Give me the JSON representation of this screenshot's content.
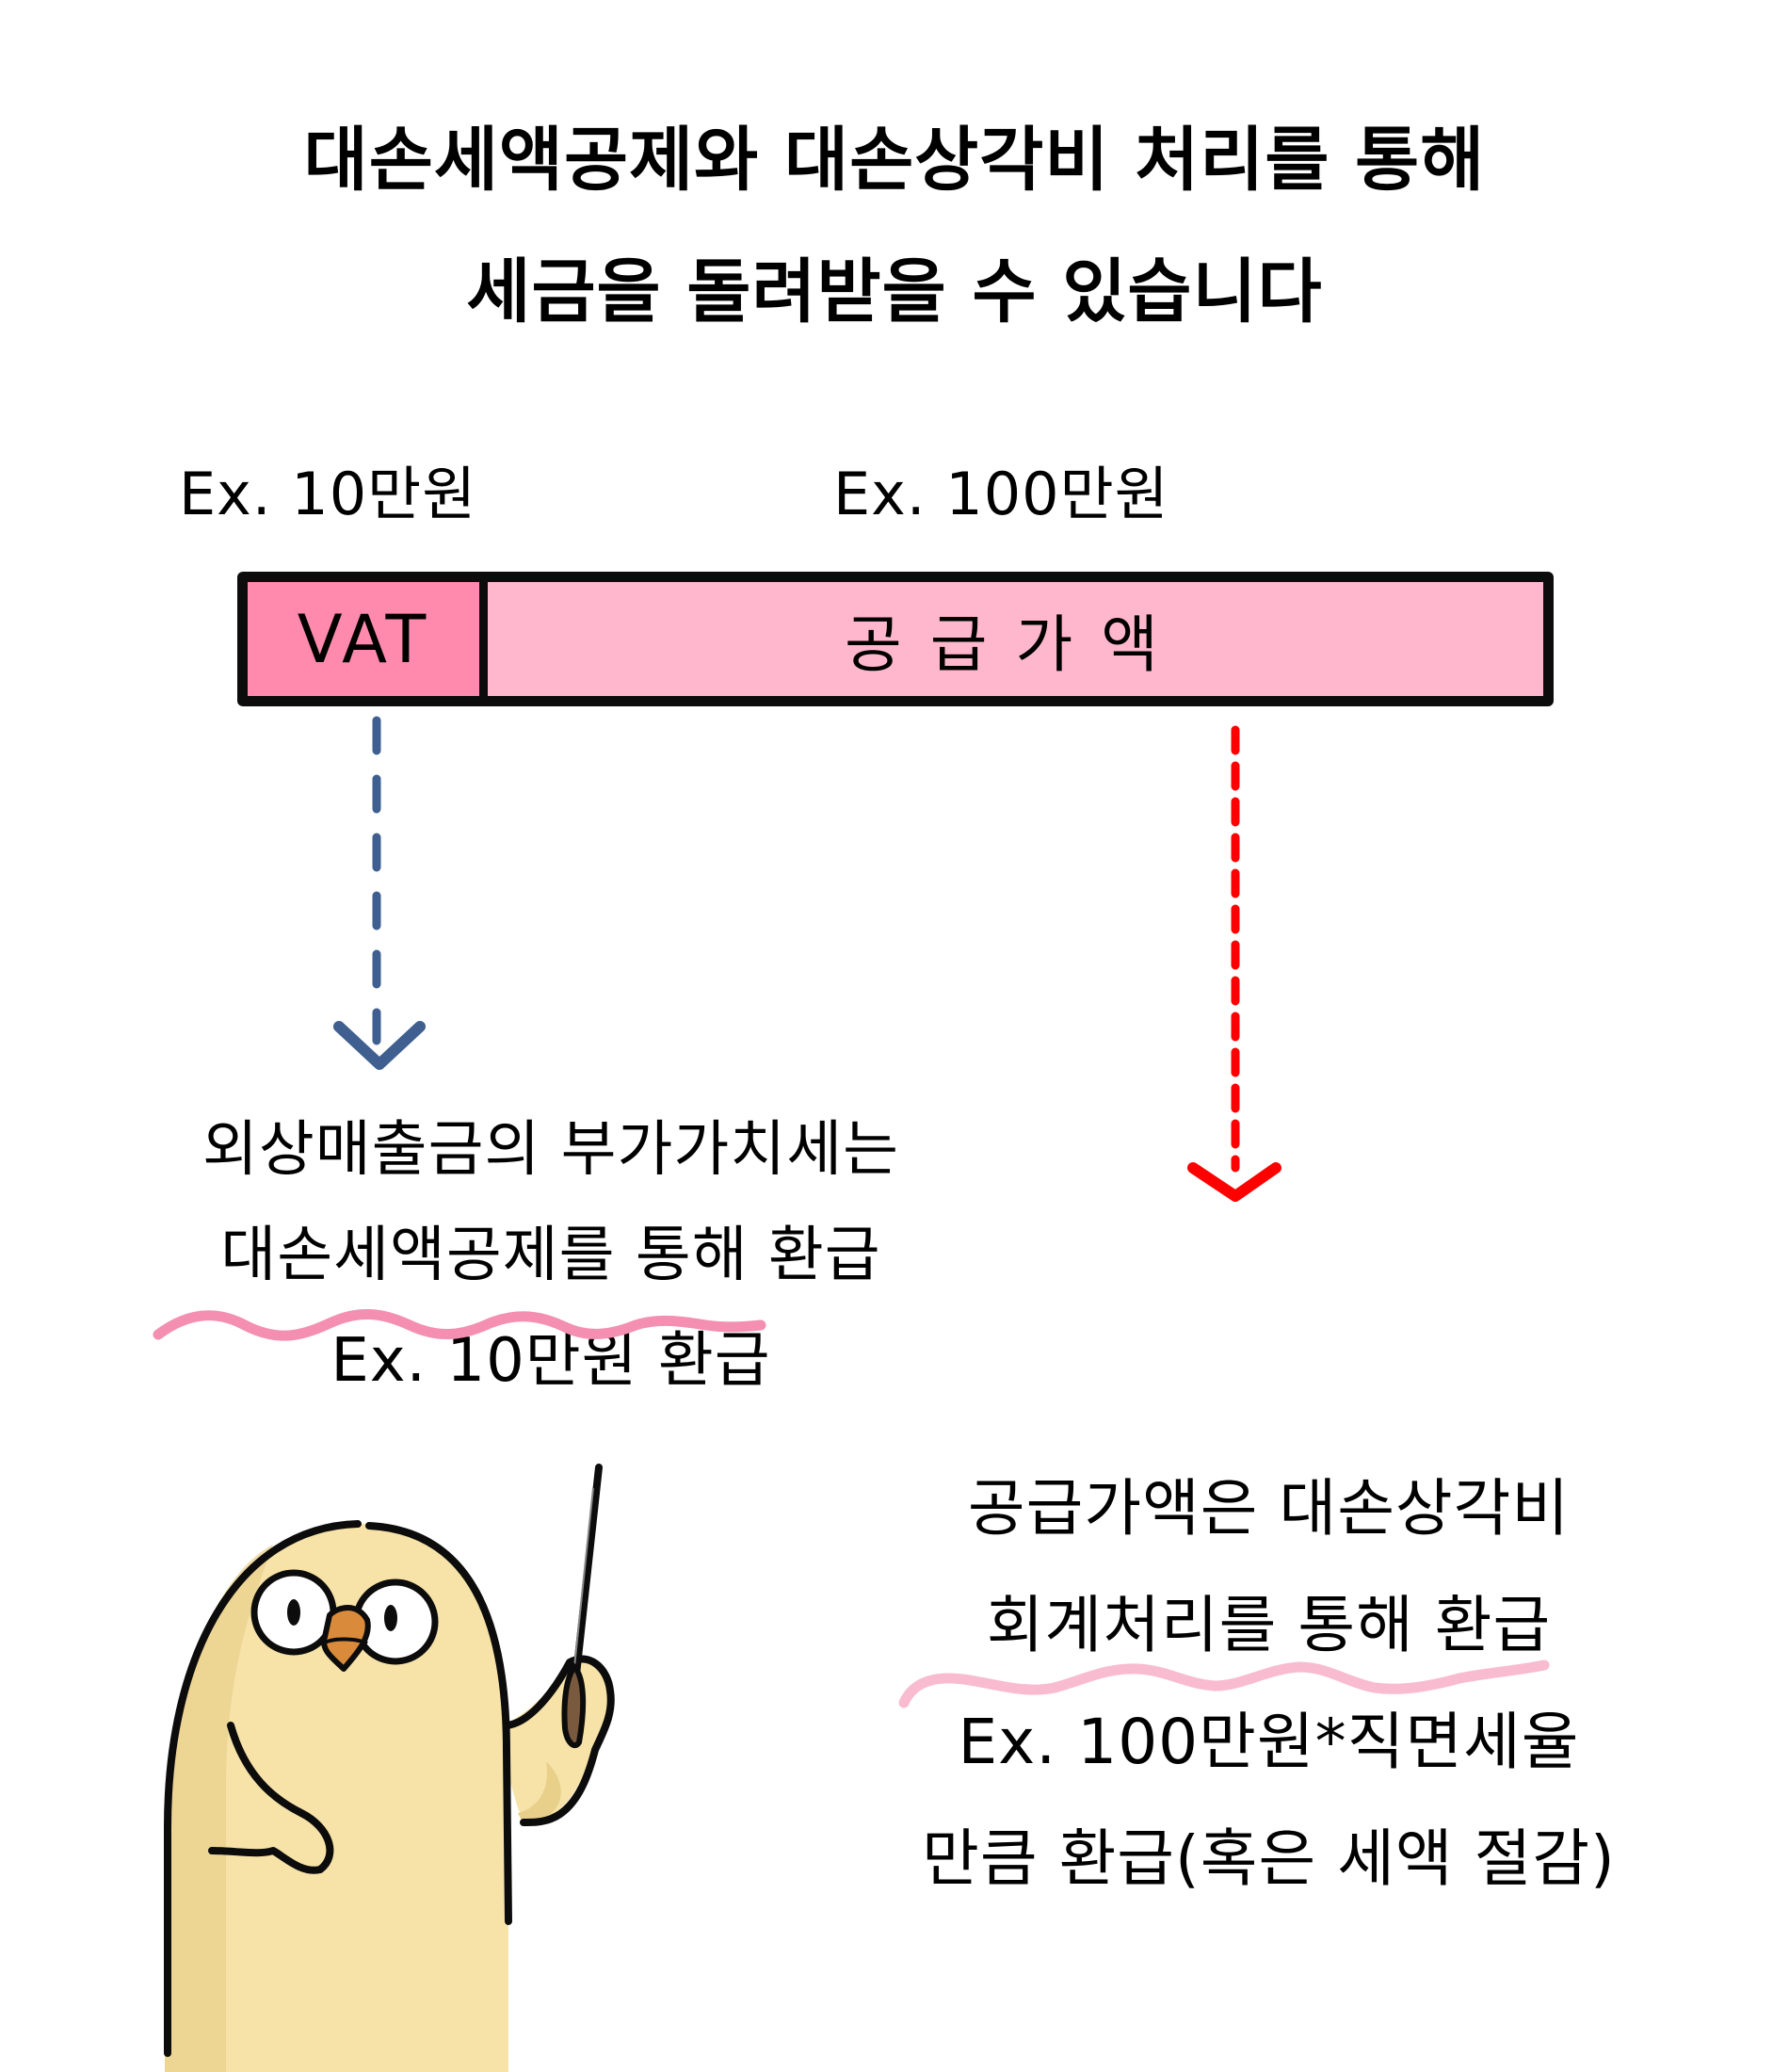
{
  "title": {
    "line1": "대손세액공제와 대손상각비 처리를 통해",
    "line2": "세금을 돌려받을 수 있습니다"
  },
  "bar": {
    "vat_example": "Ex. 10만원",
    "supply_example": "Ex. 100만원",
    "vat_label": "VAT",
    "supply_label": "공급가액",
    "colors": {
      "vat": "#FF8AAE",
      "supply": "#FFB7CE",
      "border": "#0C0C0C"
    }
  },
  "arrows": {
    "vat_arrow_color": "#3E5F8F",
    "supply_arrow_color": "#FF0000"
  },
  "left_block": {
    "line1": "외상매출금의 부가가치세는",
    "line2": "대손세액공제를 통해 환급",
    "line3": "Ex. 10만원 환급",
    "underline_color": "#F48FB1"
  },
  "right_block": {
    "line1": "공급가액은 대손상각비",
    "line2": "회계처리를 통해 환급",
    "line3": "Ex. 100만원*직면세율",
    "line4": "만큼 환급(혹은 세액 절감)",
    "underline_color": "#F8BBD0"
  },
  "character": {
    "icon": "duck-teacher-with-pointer-icon",
    "body_color": "#F7E3A8",
    "shade_color": "#E8CF8A",
    "beak_color": "#D98A3A"
  }
}
